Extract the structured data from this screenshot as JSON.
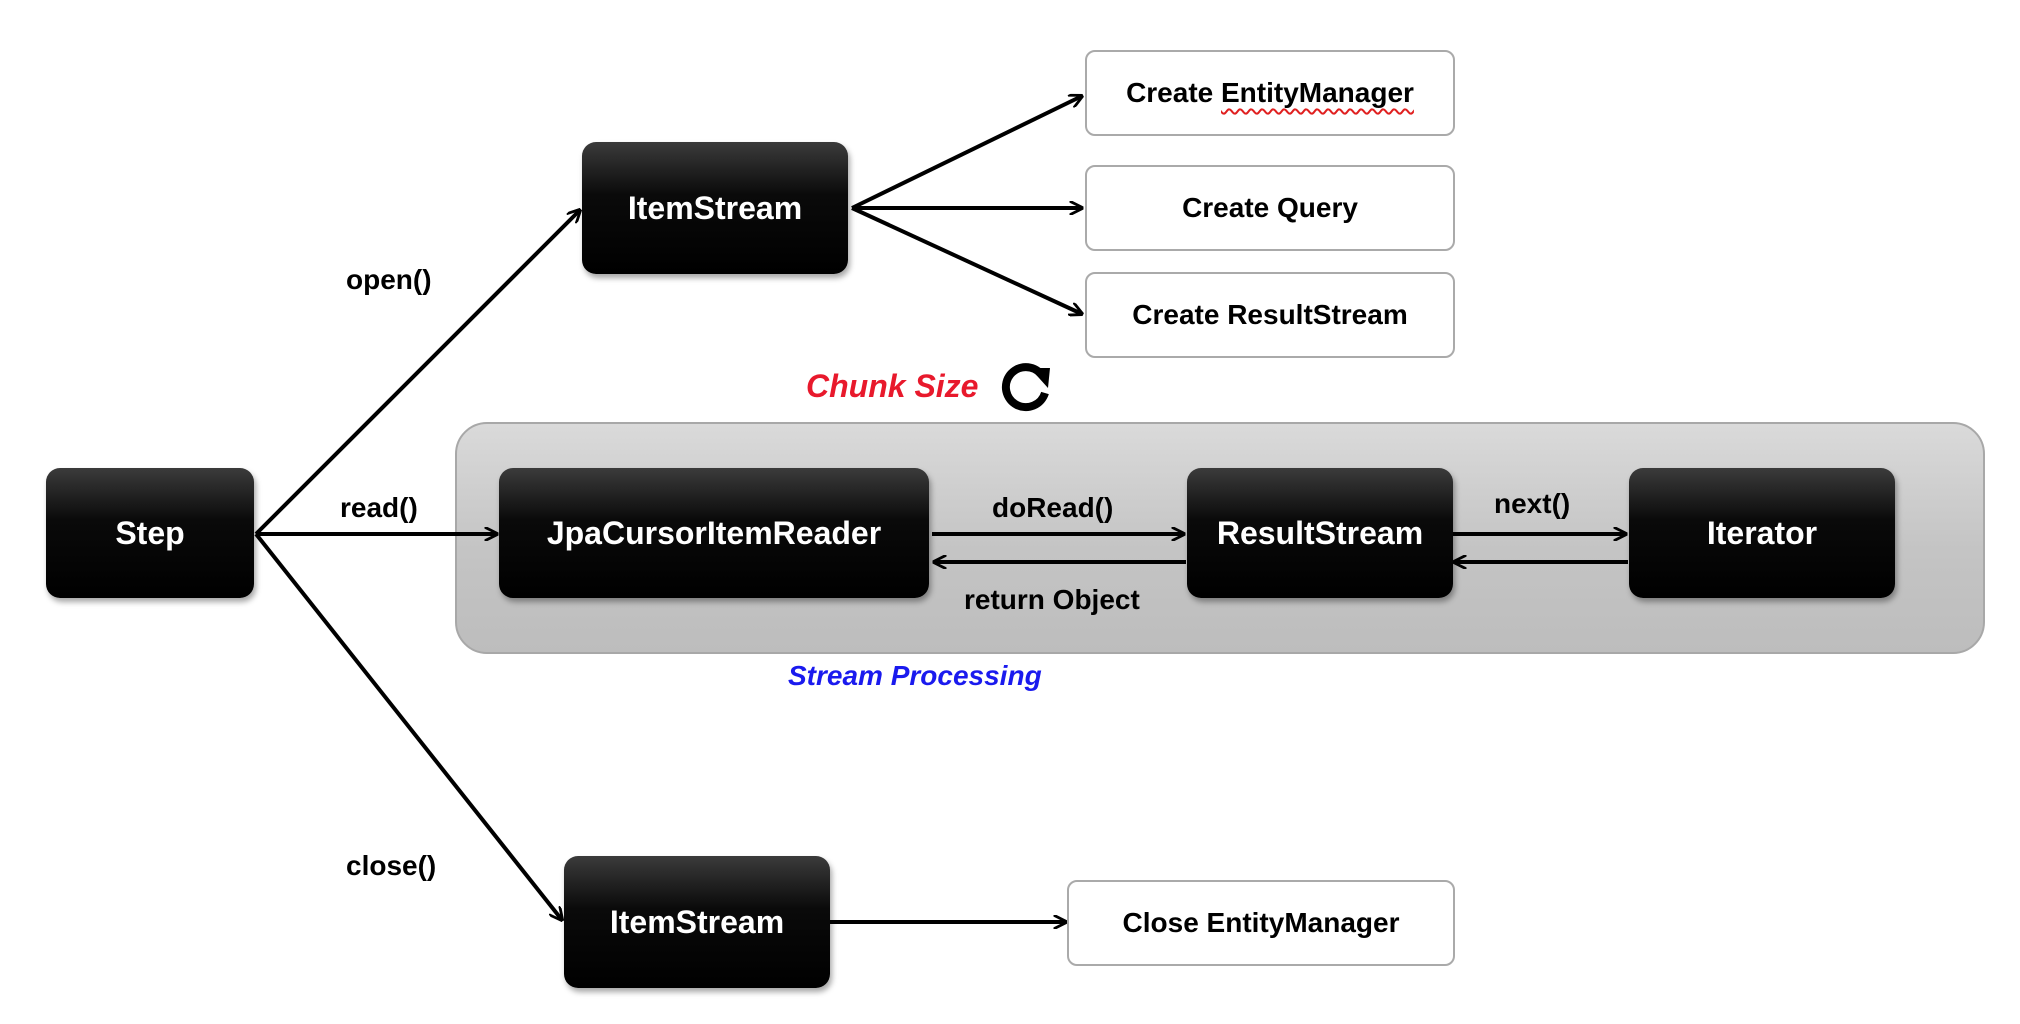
{
  "nodes": {
    "step": "Step",
    "itemstream_open": "ItemStream",
    "itemstream_close": "ItemStream",
    "reader": "JpaCursorItemReader",
    "resultstream": "ResultStream",
    "iterator": "Iterator"
  },
  "actions": {
    "create_entitymanager_prefix": "Create ",
    "create_entitymanager_word": "EntityManager",
    "create_query": "Create Query",
    "create_resultstream": "Create ResultStream",
    "close_entitymanager": "Close EntityManager"
  },
  "edges": {
    "open": "open()",
    "read": "read()",
    "close": "close()",
    "doread": "doRead()",
    "return_object": "return Object",
    "next": "next()"
  },
  "annotations": {
    "chunk_size": "Chunk Size",
    "chunk_size_color": "#e8192c",
    "stream_processing": "Stream Processing",
    "stream_processing_color": "#1a1aee",
    "loop_icon": "refresh-icon"
  }
}
